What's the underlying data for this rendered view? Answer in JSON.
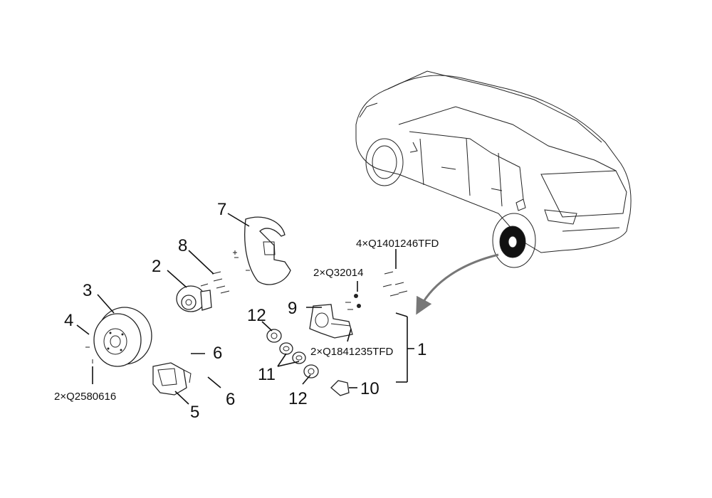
{
  "callouts": {
    "n1": "1",
    "n2": "2",
    "n3": "3",
    "n4": "4",
    "n5": "5",
    "n6a": "6",
    "n6b": "6",
    "n7": "7",
    "n8": "8",
    "n9": "9",
    "n10": "10",
    "n11": "11",
    "n12a": "12",
    "n12b": "12"
  },
  "codes": {
    "hub_bolts": "4×Q1401246TFD",
    "nuts": "2×Q32014",
    "knuckle_bolts": "2×Q1841235TFD",
    "disc_screws": "2×Q2580616"
  },
  "colors": {
    "line": "#111111",
    "arrow": "#777777"
  }
}
